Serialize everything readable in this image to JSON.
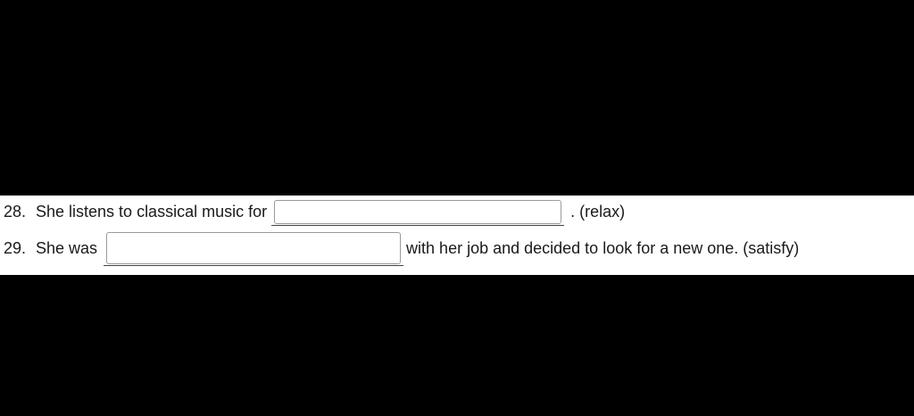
{
  "worksheet": {
    "items": [
      {
        "number": "28.",
        "text_before": "She listens to classical music for",
        "answer": "",
        "text_after": ". (relax)"
      },
      {
        "number": "29.",
        "text_before": "She was",
        "answer": "",
        "text_after": "with her job and decided to look for a new one. (satisfy)"
      }
    ]
  },
  "colors": {
    "background": "#000000",
    "page": "#ffffff",
    "text": "#1a1a1a",
    "blank_border": "#9a9a9a"
  }
}
